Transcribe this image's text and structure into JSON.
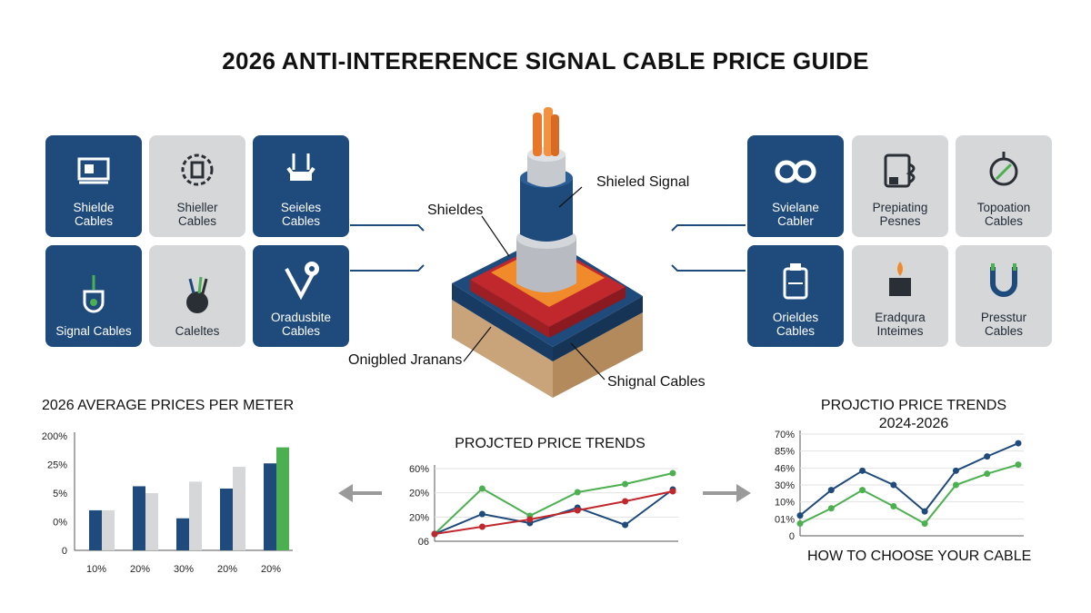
{
  "title": "2026 ANTI-INTERERENCE SIGNAL CABLE PRICE GUIDE",
  "left_tiles": [
    {
      "label": "Shielde\nCables",
      "icon": "connector-icon",
      "style": "blue"
    },
    {
      "label": "Shieller\nCables",
      "icon": "gear-cable-icon",
      "style": "gray"
    },
    {
      "label": "Seieles\nCables",
      "icon": "plug-bundle-icon",
      "style": "blue"
    },
    {
      "label": "Signal Cables",
      "icon": "cable-plug-icon",
      "style": "blue"
    },
    {
      "label": "Caleltes",
      "icon": "wire-knob-icon",
      "style": "gray"
    },
    {
      "label": "Oradusbite\nCables",
      "icon": "cable-clamp-icon",
      "style": "blue"
    }
  ],
  "right_tiles": [
    {
      "label": "Svielane\nCabler",
      "icon": "loop-cable-icon",
      "style": "blue"
    },
    {
      "label": "Prepiating\nPesnes",
      "icon": "coiled-device-icon",
      "style": "gray"
    },
    {
      "label": "Topoation\nCables",
      "icon": "compass-icon",
      "style": "gray"
    },
    {
      "label": "Orieldes\nCables",
      "icon": "connector-box-icon",
      "style": "blue"
    },
    {
      "label": "Eradqura\nInteimes",
      "icon": "candle-icon",
      "style": "gray"
    },
    {
      "label": "Presstur\nCables",
      "icon": "magnet-icon",
      "style": "gray"
    }
  ],
  "callouts": {
    "shielded_signal": "Shieled Signal",
    "shieldes": "Shieldes",
    "onigbled": "Onigbled Jranans",
    "shignal": "Shignal Cables"
  },
  "bottom_note": "HOW TO CHOOSE YOUR CABLE",
  "colors": {
    "navy": "#1f4a7c",
    "gray": "#d6d7d9",
    "green": "#4caf50",
    "red": "#c0282d",
    "orange": "#f08a2a"
  },
  "chart_data": [
    {
      "type": "bar",
      "title": "2026 AVERAGE PRICES PER METER",
      "ytick_labels": [
        "0",
        "0%",
        "5%",
        "25%",
        "200%"
      ],
      "categories": [
        "10%",
        "20%",
        "30%",
        "20%",
        "20%"
      ],
      "series": [
        {
          "color": "navy",
          "values": [
            35,
            56,
            28,
            54,
            76
          ]
        },
        {
          "color": "gray",
          "values": [
            35,
            50,
            60,
            73,
            0
          ]
        },
        {
          "color": "green",
          "values": [
            0,
            0,
            0,
            0,
            90
          ]
        }
      ],
      "ylim": [
        0,
        100
      ]
    },
    {
      "type": "line",
      "title": "PROJCTED PRICE TRENDS",
      "ytick_labels": [
        "06",
        "20%",
        "20%",
        "60%"
      ],
      "x": [
        0,
        1,
        2,
        3,
        4,
        5
      ],
      "series": [
        {
          "color": "green",
          "values": [
            8,
            58,
            28,
            54,
            63,
            75
          ]
        },
        {
          "color": "navy",
          "values": [
            8,
            30,
            20,
            37,
            18,
            57
          ]
        },
        {
          "color": "red",
          "values": [
            8,
            16,
            24,
            34,
            44,
            55
          ]
        }
      ],
      "ylim": [
        0,
        80
      ]
    },
    {
      "type": "line",
      "title": "PROJCTIO PRICE TRENDS\n2024-2026",
      "ytick_labels": [
        "0",
        "01%",
        "10%",
        "30%",
        "46%",
        "85%",
        "70%"
      ],
      "x": [
        0,
        1,
        2,
        3,
        4,
        5,
        6,
        7
      ],
      "series": [
        {
          "color": "navy",
          "values": [
            20,
            45,
            64,
            50,
            24,
            64,
            78,
            91
          ]
        },
        {
          "color": "green",
          "values": [
            12,
            27,
            45,
            29,
            12,
            50,
            61,
            70
          ]
        }
      ],
      "ylim": [
        0,
        100
      ]
    }
  ]
}
